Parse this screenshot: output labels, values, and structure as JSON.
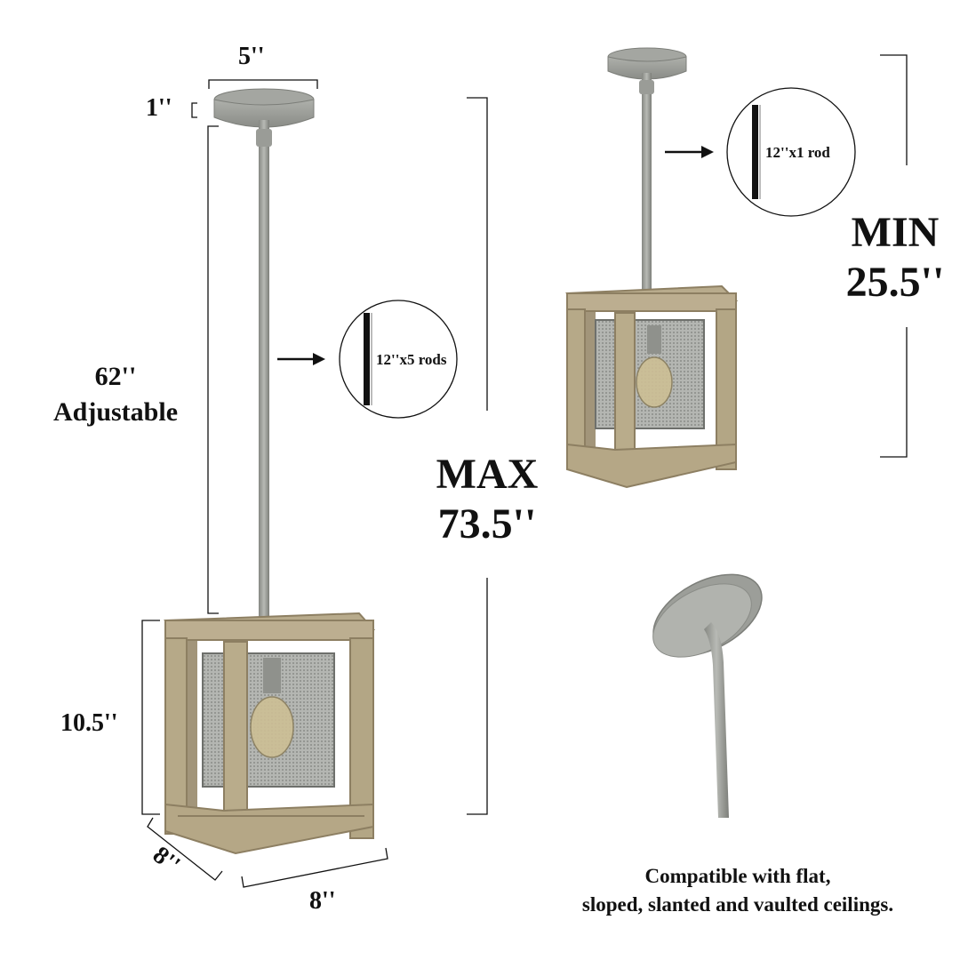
{
  "dimensions": {
    "canopy_width": "5''",
    "canopy_height": "1''",
    "rod_length": "62''",
    "rod_note": "Adjustable",
    "cage_height": "10.5''",
    "cage_depth": "8''",
    "cage_width": "8''"
  },
  "max_height": {
    "label": "MAX",
    "value": "73.5''"
  },
  "min_height": {
    "label": "MIN",
    "value": "25.5''"
  },
  "rods": {
    "max_config": "12''x5 rods",
    "min_config": "12''x1 rod"
  },
  "compatibility_note": {
    "line1": "Compatible with flat,",
    "line2": "sloped, slanted and vaulted ceilings."
  },
  "colors": {
    "metal": "#9b9d98",
    "metal_dark": "#7a7c77",
    "wood": "#b8ab8c",
    "wood_dark": "#8d7f62",
    "mesh": "#a7a9a6",
    "bulb": "#c8b88a",
    "line": "#111111"
  }
}
